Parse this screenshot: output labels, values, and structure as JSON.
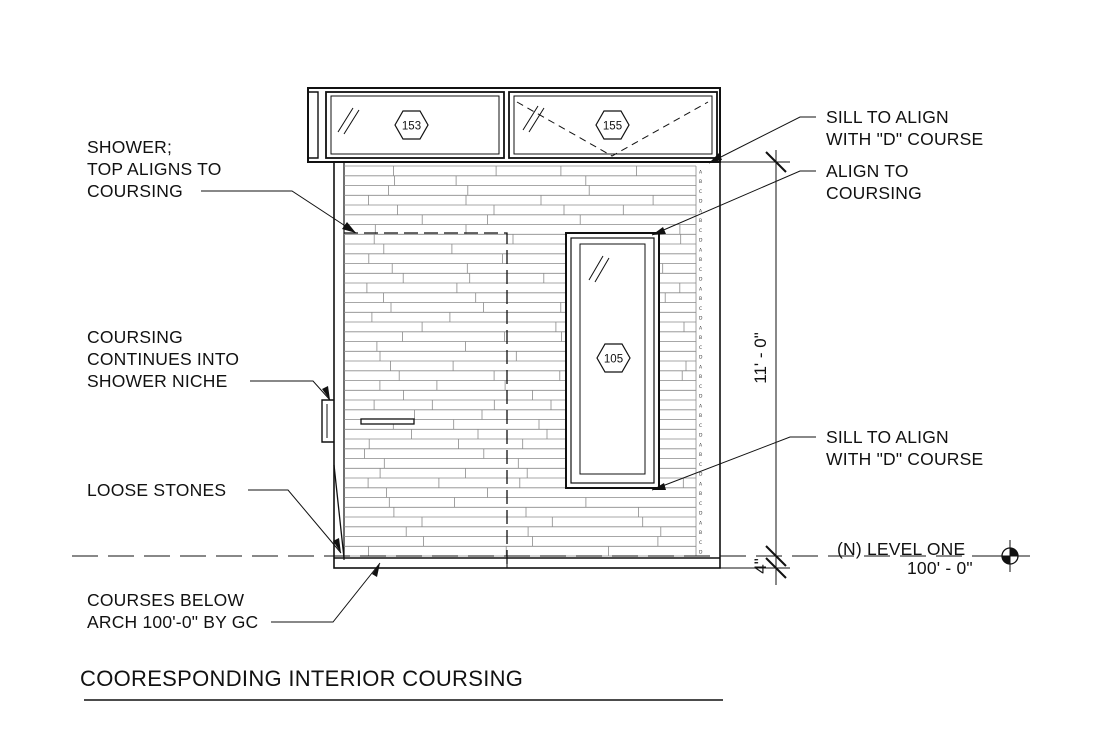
{
  "title": "COORESPONDING INTERIOR COURSING",
  "notes": {
    "shower": [
      "SHOWER;",
      "TOP ALIGNS TO",
      "COURSING"
    ],
    "niche": [
      "COURSING",
      "CONTINUES INTO",
      "SHOWER NICHE"
    ],
    "loose_stones": [
      "LOOSE STONES"
    ],
    "courses_below": [
      "COURSES BELOW",
      "ARCH 100'-0\" BY GC"
    ],
    "sill_top": [
      "SILL TO ALIGN",
      "WITH \"D\" COURSE"
    ],
    "align": [
      "ALIGN TO",
      "COURSING"
    ],
    "sill_bottom": [
      "SILL TO ALIGN",
      "WITH \"D\" COURSE"
    ]
  },
  "window_tags": {
    "w153": "153",
    "w155": "155",
    "w105": "105"
  },
  "dimensions": {
    "height": "11' - 0\"",
    "offset": "4\""
  },
  "level": {
    "name": "(N) LEVEL ONE",
    "elevation": "100' - 0\""
  },
  "course_letters": [
    "A",
    "B",
    "C",
    "D"
  ],
  "colors": {
    "line": "#111111",
    "stone_joint": "#8a8a8a"
  }
}
